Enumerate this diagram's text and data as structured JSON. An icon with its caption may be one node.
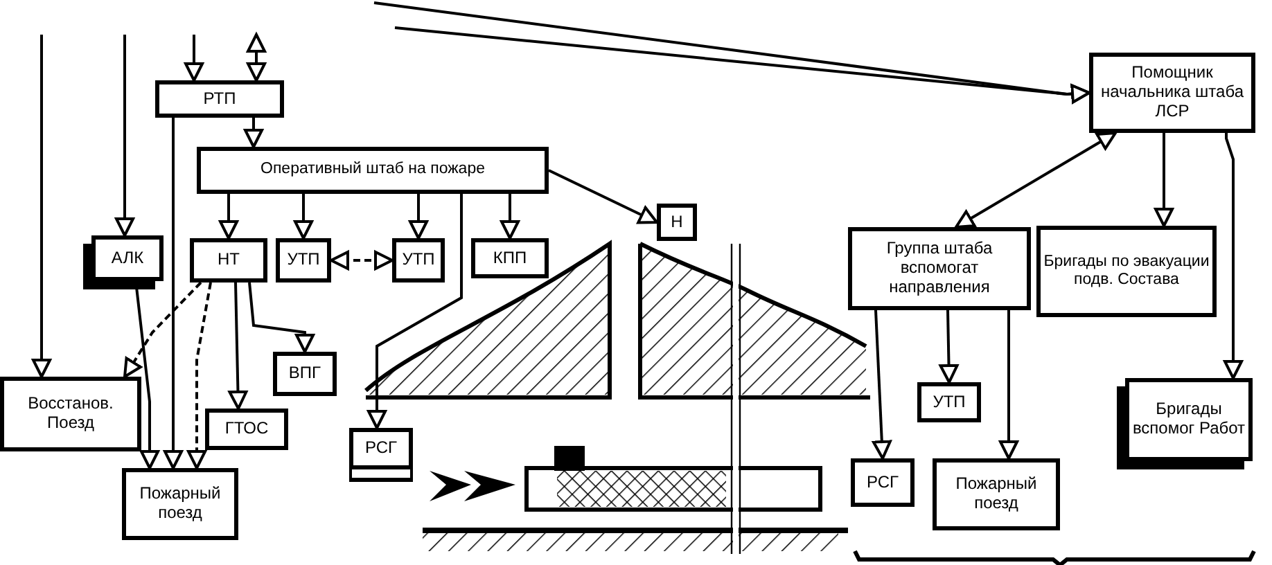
{
  "diagram": {
    "nodes": [
      {
        "text": [
          "РТП"
        ]
      },
      {
        "text": [
          "Оперативный штаб на пожаре"
        ]
      },
      {
        "text": [
          "АЛК"
        ]
      },
      {
        "text": [
          "НТ"
        ]
      },
      {
        "text": [
          "УТП"
        ]
      },
      {
        "text": [
          "УТП"
        ]
      },
      {
        "text": [
          "КПП"
        ]
      },
      {
        "text": [
          "Н"
        ]
      },
      {
        "text": [
          "Восстанов. Поезд"
        ]
      },
      {
        "text": [
          "ВПГ"
        ]
      },
      {
        "text": [
          "ГТОС"
        ]
      },
      {
        "text": [
          "РСГ"
        ]
      },
      {
        "text": [
          "Пожарный поезд"
        ]
      },
      {
        "text": [
          "Помощник начальника штаба ЛСР"
        ]
      },
      {
        "text": [
          "Группа штаба вспомогат направления"
        ]
      },
      {
        "text": [
          "Бригады по эвакуации подв. Состава"
        ]
      },
      {
        "text": [
          "УТП"
        ]
      },
      {
        "text": [
          "РСГ"
        ]
      },
      {
        "text": [
          "Пожарный поезд"
        ]
      },
      {
        "text": [
          "Бригады вспомог Работ"
        ]
      }
    ],
    "edges": [
      {
        "from": null,
        "to": 0,
        "arrow": "to"
      },
      {
        "from": null,
        "to": 0,
        "arrow": "both"
      },
      {
        "from": 0,
        "to": 1,
        "arrow": "to"
      },
      {
        "from": 1,
        "to": 3,
        "arrow": "to"
      },
      {
        "from": 1,
        "to": 4,
        "arrow": "to"
      },
      {
        "from": 1,
        "to": 5,
        "arrow": "to"
      },
      {
        "from": 1,
        "to": 6,
        "arrow": "to"
      },
      {
        "from": 1,
        "to": 7,
        "arrow": "to"
      },
      {
        "from": 4,
        "to": 5,
        "arrow": "both",
        "style": "dashed"
      },
      {
        "from": 1,
        "to": 11,
        "arrow": "to"
      },
      {
        "from": null,
        "to": 2,
        "arrow": "to"
      },
      {
        "from": null,
        "to": 8,
        "arrow": "to"
      },
      {
        "from": 0,
        "to": 12,
        "arrow": "to"
      },
      {
        "from": 2,
        "to": 12,
        "arrow": "to"
      },
      {
        "from": 3,
        "to": 12,
        "arrow": "to",
        "style": "dashed"
      },
      {
        "from": 3,
        "to": 8,
        "arrow": "to",
        "style": "dashed"
      },
      {
        "from": 3,
        "to": 9,
        "arrow": "to"
      },
      {
        "from": 3,
        "to": 10,
        "arrow": "to"
      },
      {
        "from": null,
        "to": 13,
        "arrow": "to"
      },
      {
        "from": null,
        "to": 13,
        "arrow": "to"
      },
      {
        "from": 13,
        "to": 14,
        "arrow": "both"
      },
      {
        "from": 13,
        "to": 15,
        "arrow": "to"
      },
      {
        "from": 13,
        "to": 19,
        "arrow": "to"
      },
      {
        "from": 14,
        "to": 17,
        "arrow": "to"
      },
      {
        "from": 14,
        "to": 16,
        "arrow": "to"
      },
      {
        "from": 14,
        "to": 18,
        "arrow": "to"
      }
    ]
  }
}
